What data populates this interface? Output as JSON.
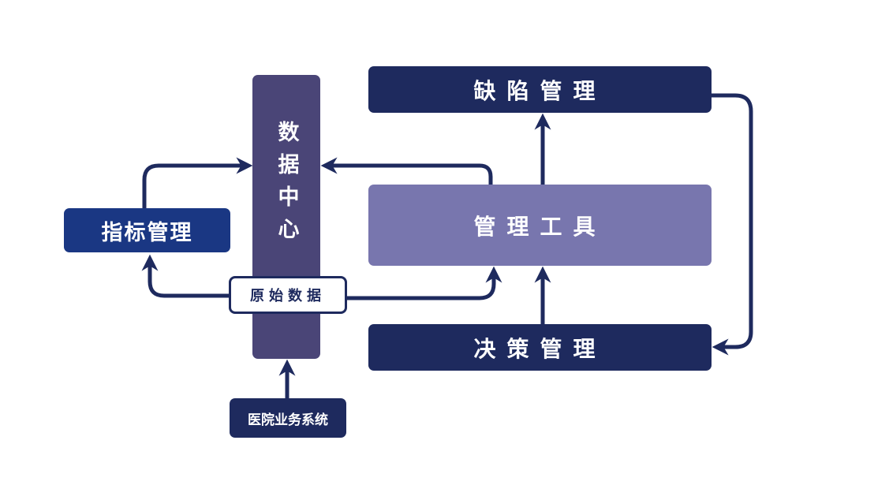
{
  "nodes": {
    "defect_management": "缺陷管理",
    "management_tools": "管理工具",
    "decision_management": "决策管理",
    "data_center": "数据中心",
    "indicator_management": "指标管理",
    "raw_data": "原始数据",
    "hospital_business_system": "医院业务系统"
  },
  "colors": {
    "navy": "#1e2a5e",
    "data_center": "#4a4577",
    "tools": "#7876ae",
    "indicator": "#1a3783"
  }
}
